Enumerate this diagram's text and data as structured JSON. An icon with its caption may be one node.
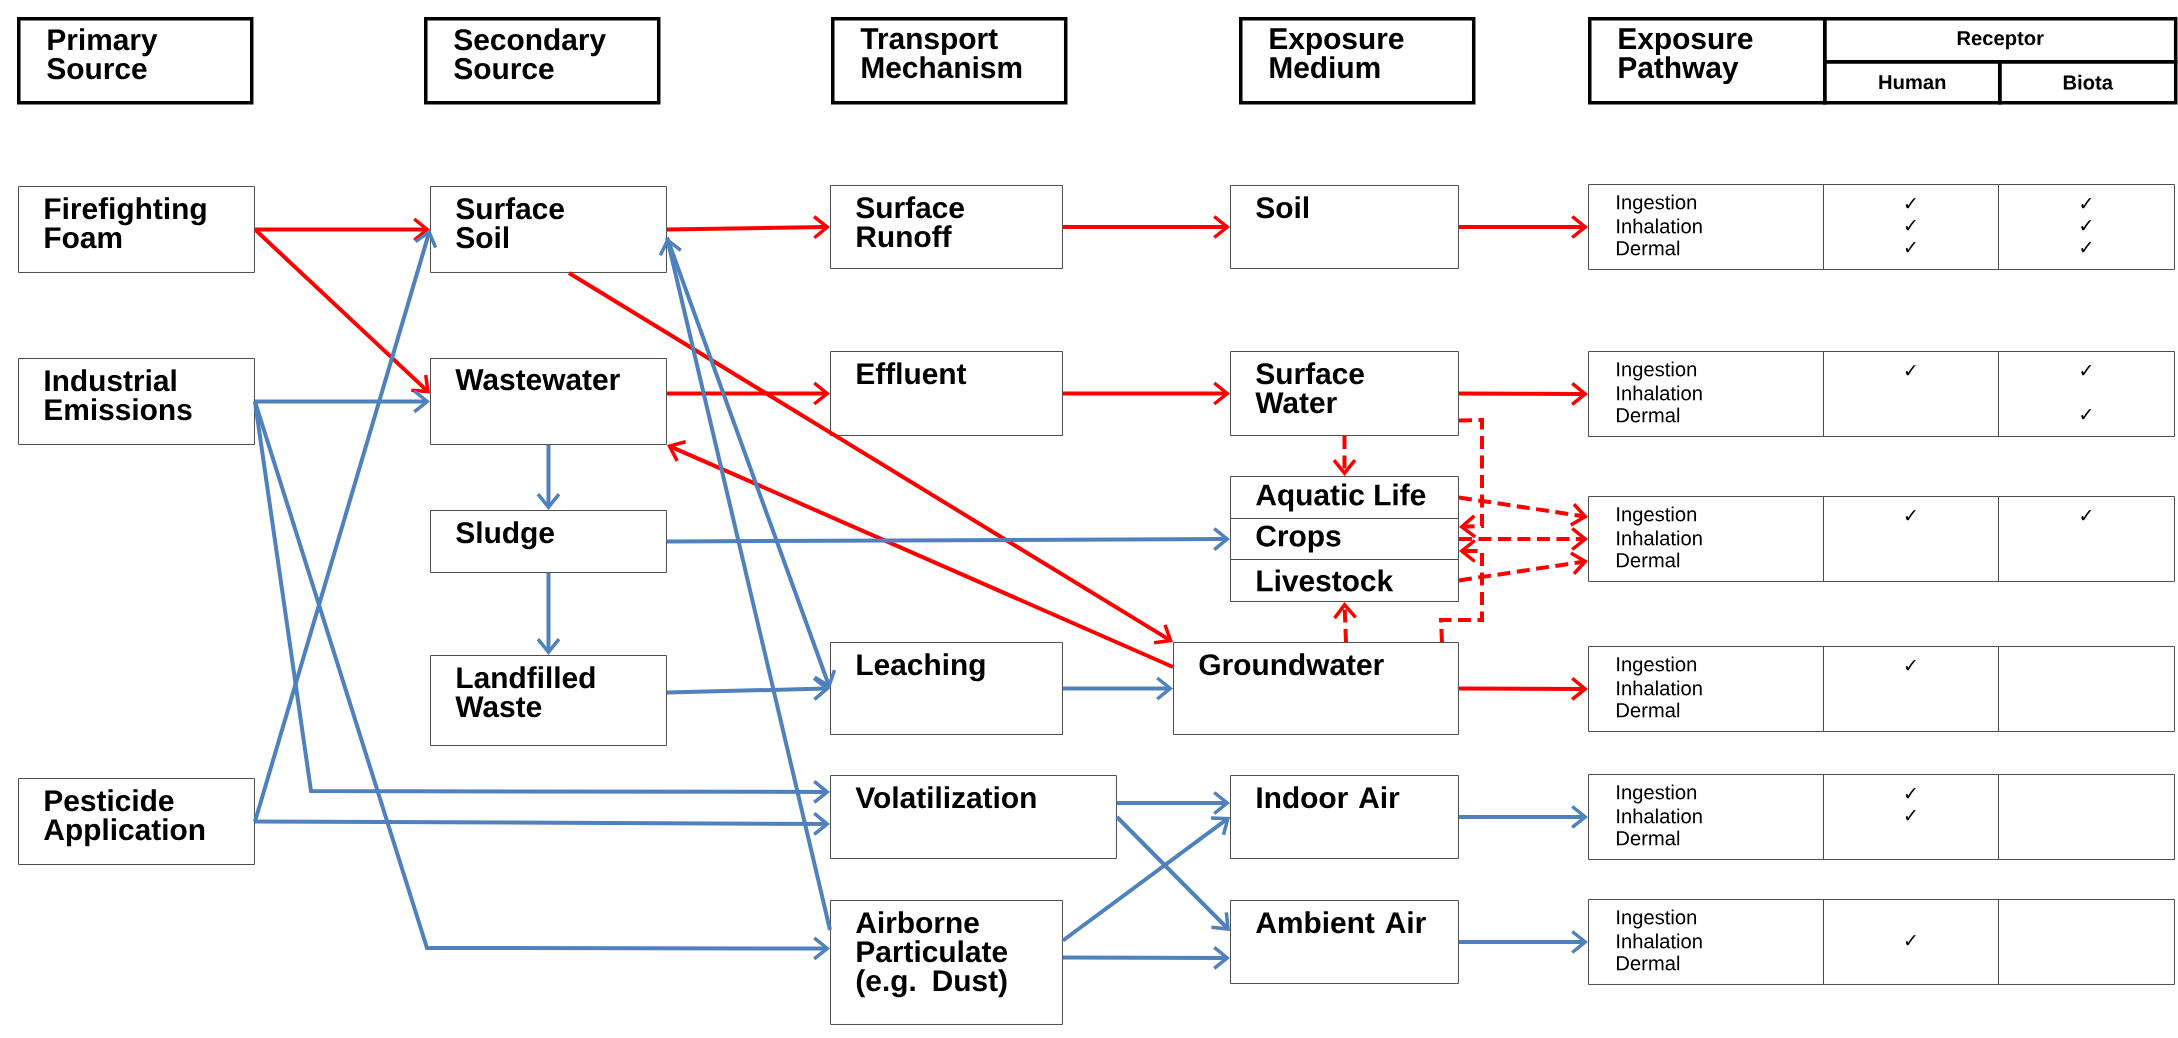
{
  "diagram": {
    "nodes": [
      {
        "text": [
          "Primary Source"
        ]
      },
      {
        "text": [
          "Secondary Source"
        ]
      },
      {
        "text": [
          "Transport Mechanism"
        ]
      },
      {
        "text": [
          "Exposure Medium"
        ]
      },
      {
        "text": [
          "Exposure Pathway"
        ]
      },
      {
        "text": [
          "Receptor"
        ]
      },
      {
        "text": [
          "Human"
        ]
      },
      {
        "text": [
          "Biota"
        ]
      },
      {
        "text": [
          "Firefighting Foam"
        ]
      },
      {
        "text": [
          "Industrial Emissions"
        ]
      },
      {
        "text": [
          "Pesticide Application"
        ]
      },
      {
        "text": [
          "Surface Soil"
        ]
      },
      {
        "text": [
          "Wastewater"
        ]
      },
      {
        "text": [
          "Sludge"
        ]
      },
      {
        "text": [
          "Landfilled Waste"
        ]
      },
      {
        "text": [
          "Surface Runoff"
        ]
      },
      {
        "text": [
          "Effluent"
        ]
      },
      {
        "text": [
          "Leaching"
        ]
      },
      {
        "text": [
          "Volatilization"
        ]
      },
      {
        "text": [
          "Airborne Particulate (e.g. Dust)"
        ]
      },
      {
        "text": [
          "Soil"
        ]
      },
      {
        "text": [
          "Surface Water"
        ]
      },
      {
        "text": [
          "Aquatic Life"
        ]
      },
      {
        "text": [
          "Crops"
        ]
      },
      {
        "text": [
          "Livestock"
        ]
      },
      {
        "text": [
          "Groundwater"
        ]
      },
      {
        "text": [
          "Indoor Air"
        ]
      },
      {
        "text": [
          "Ambient Air"
        ]
      },
      {
        "text": [
          "Ingestion",
          "Inhalation",
          "Dermal"
        ]
      },
      {
        "text": [
          "✓",
          "✓",
          "✓"
        ]
      },
      {
        "text": [
          "✓",
          "✓",
          "✓"
        ]
      },
      {
        "text": [
          "Ingestion",
          "Inhalation",
          "Dermal"
        ]
      },
      {
        "text": [
          "✓"
        ]
      },
      {
        "text": [
          "✓",
          "✓"
        ]
      },
      {
        "text": [
          "Ingestion",
          "Inhalation",
          "Dermal"
        ]
      },
      {
        "text": [
          "✓"
        ]
      },
      {
        "text": [
          "✓"
        ]
      },
      {
        "text": [
          "Ingestion",
          "Inhalation",
          "Dermal"
        ]
      },
      {
        "text": [
          "✓"
        ]
      },
      {
        "text": [],
        "shape": "box"
      },
      {
        "text": [
          "Ingestion",
          "Inhalation",
          "Dermal"
        ]
      },
      {
        "text": [
          "✓",
          "✓"
        ]
      },
      {
        "text": [],
        "shape": "box"
      },
      {
        "text": [
          "Ingestion",
          "Inhalation",
          "Dermal"
        ]
      },
      {
        "text": [
          "✓"
        ]
      },
      {
        "text": [],
        "shape": "box"
      }
    ],
    "edges": [
      {
        "from": 8,
        "to": 11,
        "arrow": "to",
        "color": "#ff0000"
      },
      {
        "from": 8,
        "to": 12,
        "arrow": "to",
        "color": "#ff0000"
      },
      {
        "from": 11,
        "to": 15,
        "arrow": "to",
        "color": "#ff0000"
      },
      {
        "from": 15,
        "to": 20,
        "arrow": "to",
        "color": "#ff0000"
      },
      {
        "from": 20,
        "to": 28,
        "arrow": "to",
        "color": "#ff0000"
      },
      {
        "from": 12,
        "to": 16,
        "arrow": "to",
        "color": "#ff0000"
      },
      {
        "from": 16,
        "to": 21,
        "arrow": "to",
        "color": "#ff0000"
      },
      {
        "from": 21,
        "to": 31,
        "arrow": "to",
        "color": "#ff0000"
      },
      {
        "from": 11,
        "to": 25,
        "arrow": "to",
        "color": "#ff0000"
      },
      {
        "from": 25,
        "to": 12,
        "arrow": "to",
        "color": "#ff0000"
      },
      {
        "from": 21,
        "to": 22,
        "arrow": "to",
        "style": "dashed",
        "color": "#ff0000"
      },
      {
        "from": 21,
        "to": 23,
        "arrow": "to",
        "style": "dashed",
        "color": "#ff0000"
      },
      {
        "from": 25,
        "to": 24,
        "arrow": "to",
        "style": "dashed",
        "color": "#ff0000"
      },
      {
        "from": 25,
        "to": 23,
        "arrow": "to",
        "style": "dashed",
        "color": "#ff0000"
      },
      {
        "from": 22,
        "to": 34,
        "arrow": "to",
        "style": "dashed",
        "color": "#ff0000"
      },
      {
        "from": 23,
        "to": 34,
        "arrow": "to",
        "style": "dashed",
        "color": "#ff0000"
      },
      {
        "from": 24,
        "to": 34,
        "arrow": "to",
        "style": "dashed",
        "color": "#ff0000"
      },
      {
        "from": 25,
        "to": 37,
        "arrow": "to",
        "color": "#ff0000"
      },
      {
        "from": 9,
        "to": 12,
        "arrow": "to",
        "color": "#4f81bd"
      },
      {
        "from": 9,
        "to": 18,
        "arrow": "to",
        "color": "#4f81bd"
      },
      {
        "from": 9,
        "to": 19,
        "arrow": "to",
        "color": "#4f81bd"
      },
      {
        "from": 10,
        "to": 11,
        "arrow": "to",
        "color": "#4f81bd"
      },
      {
        "from": 10,
        "to": 18,
        "arrow": "to",
        "color": "#4f81bd"
      },
      {
        "from": 12,
        "to": 13,
        "arrow": "to",
        "color": "#4f81bd"
      },
      {
        "from": 13,
        "to": 14,
        "arrow": "to",
        "color": "#4f81bd"
      },
      {
        "from": 13,
        "to": 23,
        "arrow": "to",
        "color": "#4f81bd"
      },
      {
        "from": 14,
        "to": 17,
        "arrow": "to",
        "color": "#4f81bd"
      },
      {
        "from": 17,
        "to": 25,
        "arrow": "to",
        "color": "#4f81bd"
      },
      {
        "from": 11,
        "to": 17,
        "arrow": "to",
        "color": "#4f81bd"
      },
      {
        "from": 19,
        "to": 11,
        "arrow": "to",
        "color": "#4f81bd"
      },
      {
        "from": 18,
        "to": 26,
        "arrow": "to",
        "color": "#4f81bd"
      },
      {
        "from": 18,
        "to": 27,
        "arrow": "to",
        "color": "#4f81bd"
      },
      {
        "from": 19,
        "to": 26,
        "arrow": "to",
        "color": "#4f81bd"
      },
      {
        "from": 19,
        "to": 27,
        "arrow": "to",
        "color": "#4f81bd"
      },
      {
        "from": 26,
        "to": 40,
        "arrow": "to",
        "color": "#4f81bd"
      },
      {
        "from": 27,
        "to": 43,
        "arrow": "to",
        "color": "#4f81bd"
      }
    ]
  }
}
